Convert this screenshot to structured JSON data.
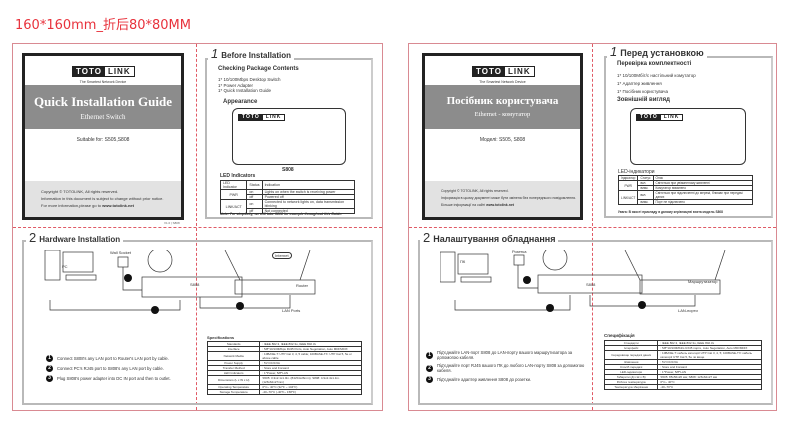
{
  "header": "160*160mm_折后80*80MM",
  "en": {
    "cover": {
      "logo_left": "TOTO",
      "logo_right": "LINK",
      "tagline": "The Smartest Network Device",
      "title": "Quick Installation Guide",
      "subtitle": "Ethernet Switch",
      "suitable": "Suitable for: S505,S808",
      "copyright": "Copyright © TOTOLINK, All rights reserved.",
      "notice": "Information in this document is subject to change without prior notice.",
      "more_prefix": "For more information,please go to ",
      "site": "www.totolink.net",
      "version": "V1.0 | S808"
    },
    "s1": {
      "num": "1",
      "title": "Before Installation",
      "pkg_title": "Checking Package Contents",
      "pkg": [
        "1* 10/100Mbps Desktop Switch",
        "1* Power Adapter",
        "1* Quick Installation Guide"
      ],
      "appearance": "Appearance",
      "model": "S808",
      "led_title": "LED Indicators",
      "led_head": [
        "LED Indicator",
        "Status",
        "Indication"
      ],
      "led_rows": [
        [
          "PWR",
          "on",
          "Lights on when the switch is receiving power"
        ],
        [
          "",
          "off",
          "Powered off"
        ],
        [
          "LINK/ACT",
          "on",
          "Connected to network lights on, data transmission blinking"
        ],
        [
          "",
          "off",
          "Not connected"
        ]
      ],
      "note": "Note: For simplicity, we will take S808 for example throughout this Guide."
    },
    "s2": {
      "num": "2",
      "title": "Hardware Installation",
      "pc": "PC",
      "wall": "Wall Socket",
      "switch": "S808",
      "router": "Router",
      "internet": "Internet",
      "lan_ports": "LAN Ports",
      "steps": [
        "Connect S808's any LAN port to Router's LAN port by cable.",
        "Connect PC's RJ45 port to S808's any LAN port by cable.",
        "Plug S808's power adapter into DC IN port and then to outlet."
      ],
      "spec_title": "Specifications",
      "specs": [
        [
          "Standards",
          ": IEEE 802.3, IEEE 802.3u, IEEE 802.3x"
        ],
        [
          "Interface",
          ": 5/8*10/100Mbps RJ45 Ports, Auto Negotiation, Auto MDI/MDIX"
        ],
        [
          "Network Media",
          ": 10BASE-T: UTP Cat 3, 4, 5 cable; 100BASE-TX: UTP Cat 5, 5e or above cable"
        ],
        [
          "Power Supply",
          ": 5V DC/0.6A"
        ],
        [
          "Transfer Method",
          ": Store and Forward"
        ],
        [
          "LED Indicators",
          ": 1*Power, 5/8*LAN"
        ],
        [
          "Dimensions (L x W x H)",
          "S505: 3.3x2.1x1.0in. (84x54x26mm); S808: 4.9x2.4x1.1in. (126x62x27mm)"
        ],
        [
          "Operating Temperature",
          "0°C~ 40°C (32°F ~ 104°F)"
        ],
        [
          "Storage Temperature",
          "-40~70°C (-40°F~ 158°F)"
        ]
      ]
    }
  },
  "ua": {
    "cover": {
      "logo_left": "TOTO",
      "logo_right": "LINK",
      "tagline": "The Smartest Network Device",
      "title": "Посібник користувача",
      "subtitle": "Ethernet - комутатор",
      "suitable": "Моделі: S505, S808",
      "copyright": "Copyright © TOTOLINK, All rights reserved.",
      "notice": "Інформація в цьому документі може бути змінена без попереднього повідомлення.",
      "more_prefix": "Більше інформації на сайті ",
      "site": "www.totolink.net"
    },
    "s1": {
      "num": "1",
      "title": "Перед установкою",
      "pkg_title": "Перевірка комплектності",
      "pkg": [
        "1* 10/100Мбіт/с настільний комутатор",
        "1* Адаптер живлення",
        "1* Посібник користувача"
      ],
      "appearance": "Зовнішній вигляд",
      "led_title": "LED-індикатори",
      "led_head": [
        "Індикатор",
        "Статус",
        "Опис"
      ],
      "led_rows": [
        [
          "PWR",
          "вкл.",
          "Світиться при увімкненому живленні"
        ],
        [
          "",
          "вимк.",
          "Комутатор вимкнено"
        ],
        [
          "LINK/ACT",
          "вкл.",
          "Світиться при підключенні до мережі, блимає при передачі даних"
        ],
        [
          "",
          "вимк.",
          "Порт не підключено"
        ]
      ],
      "note": "Увага: В якості прикладу в даному керівництві взята модель S808"
    },
    "s2": {
      "num": "2",
      "title": "Налаштування обладнання",
      "pc": "ПК",
      "wall": "Розетка",
      "switch": "S808",
      "router": "Маршрутизатор",
      "lan_ports": "LAN-порти",
      "steps": [
        "Під'єднайте LAN-порт S808 до LAN-порту вашого маршрутизатора за допомогою кабеля.",
        "Під'єднайте порт RJ45 вашого ПК до любого LAN-порту S808 за допомогою кабеля.",
        "Під'єднайте адаптер живлення S808 до розетки."
      ],
      "spec_title": "Специфікація",
      "specs": [
        [
          "Стандарти",
          ": IEEE 802.3, IEEE 802.3u, IEEE 802.3x"
        ],
        [
          "Інтерфейс",
          ": 5/8*10/100Mbit/s RJ45 порти, Auto Negotiation, Auto MDI/MDIX"
        ],
        [
          "Середовище передачі даних",
          ": 10BASE-T: кабель категорії UTP Cat 3, 4, 5; 100BASE-TX: кабель категорії UTP Cat 5, 5e чи вище"
        ],
        [
          "Живлення",
          ": 5V DC/0.6A"
        ],
        [
          "Спосіб передачі",
          ": Store and Forward"
        ],
        [
          "LED-індикатори",
          ": 1*Power, 5/8*LAN"
        ],
        [
          "Габарити (Д x Ш x В)",
          "S505: 85x56x26 мм; S808: 126x62x27 мм"
        ],
        [
          "Робоча температура",
          "0°C~ 40°C"
        ],
        [
          "Температура зберігання",
          "-40~70°C"
        ]
      ]
    }
  }
}
